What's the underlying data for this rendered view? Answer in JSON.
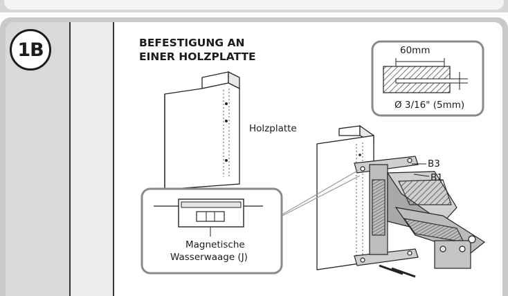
{
  "step": {
    "number": "1B"
  },
  "title": {
    "line1": "BEFESTIGUNG AN",
    "line2": "EINER HOLZPLATTE"
  },
  "drill_detail": {
    "depth": "60mm",
    "diameter": "Ø 3/16\" (5mm)"
  },
  "labels": {
    "wood_panel": "Holzplatte",
    "part_b3": "B3",
    "part_b1": "B1",
    "level_line1": "Magnetische",
    "level_line2": "Wasserwaage (J)"
  },
  "colors": {
    "frame": "#c9c9c9",
    "column": "#ececec",
    "ink": "#1b1b1b",
    "callout_border": "#8a8a8a"
  }
}
